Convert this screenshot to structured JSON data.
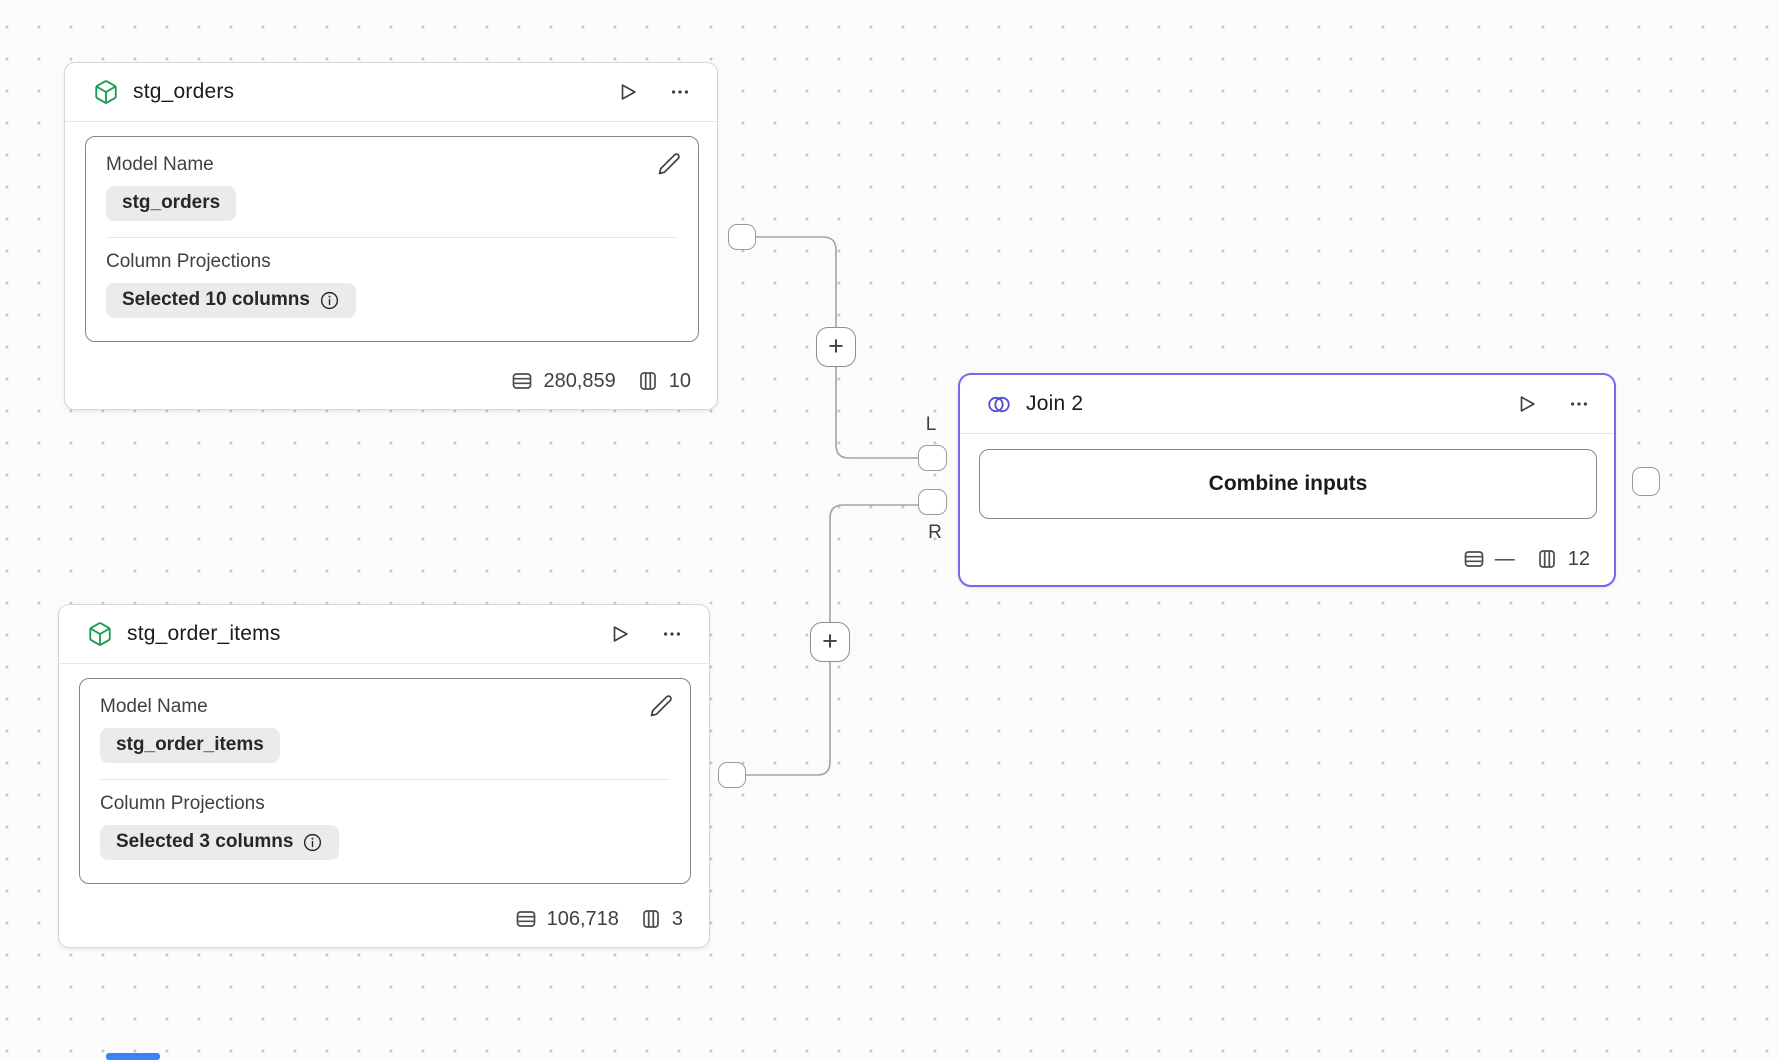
{
  "canvas": {
    "background": "#fbfbfb",
    "dot_color": "#c7c7c7",
    "edge_color": "#a3a3ab"
  },
  "colors": {
    "model_icon_green": "#189c52",
    "join_accent": "#7669ee",
    "join_icon_indigo": "#4c4ddb",
    "scrollbar_blue": "#3b82f6"
  },
  "ui": {
    "plus": "+"
  },
  "nodes": {
    "stg_orders": {
      "title": "stg_orders",
      "model_name_label": "Model Name",
      "model_name_value": "stg_orders",
      "column_projections_label": "Column Projections",
      "column_projections_value": "Selected 10 columns",
      "row_count": "280,859",
      "column_count": "10"
    },
    "stg_order_items": {
      "title": "stg_order_items",
      "model_name_label": "Model Name",
      "model_name_value": "stg_order_items",
      "column_projections_label": "Column Projections",
      "column_projections_value": "Selected 3 columns",
      "row_count": "106,718",
      "column_count": "3"
    },
    "join": {
      "title": "Join 2",
      "combine_button_label": "Combine inputs",
      "row_count": "—",
      "column_count": "12",
      "left_port_label": "L",
      "right_port_label": "R"
    }
  }
}
